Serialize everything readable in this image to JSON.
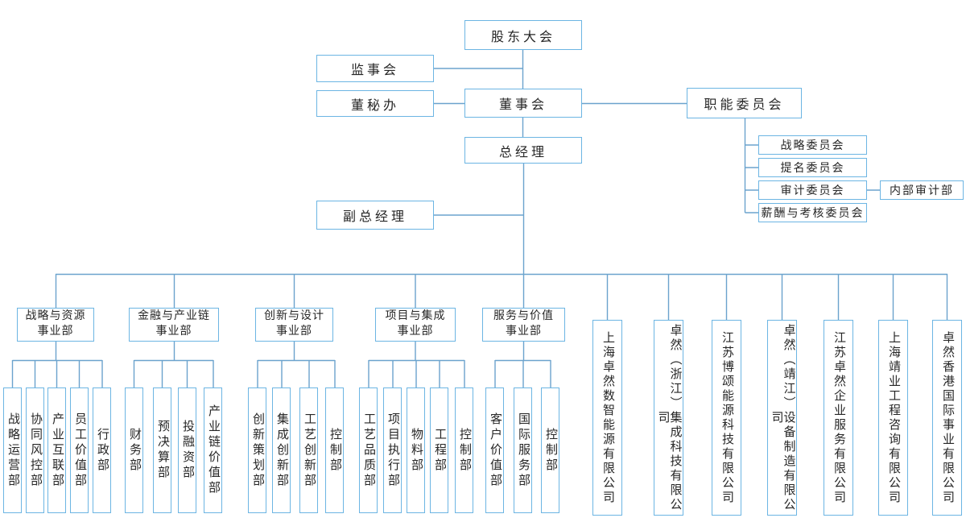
{
  "org_chart": {
    "governance": {
      "shareholders_meeting": "股东大会",
      "supervisory_board": "监事会",
      "board_secretary_office": "董秘办",
      "board_of_directors": "董事会",
      "general_manager": "总经理",
      "deputy_general_manager": "副总经理"
    },
    "functional_committees": {
      "label": "职能委员会",
      "items": [
        "战略委员会",
        "提名委员会",
        "审计委员会",
        "薪酬与考核委员会"
      ],
      "audit_sub_department": "内部审计部"
    },
    "divisions": [
      {
        "label": "战略与资源\n事业部",
        "departments": [
          "战略运营部",
          "协同风控部",
          "产业互联部",
          "员工价值部",
          "行政部"
        ]
      },
      {
        "label": "金融与产业链\n事业部",
        "departments": [
          "财务部",
          "预决算部",
          "投融资部",
          "产业链价值部"
        ]
      },
      {
        "label": "创新与设计\n事业部",
        "departments": [
          "创新策划部",
          "集成创新部",
          "工艺创新部",
          "控制部"
        ]
      },
      {
        "label": "项目与集成\n事业部",
        "departments": [
          "工艺品质部",
          "项目执行部",
          "物料部",
          "工程部",
          "控制部"
        ]
      },
      {
        "label": "服务与价值\n事业部",
        "departments": [
          "客户价值部",
          "国际服务部",
          "控制部"
        ]
      }
    ],
    "subsidiaries": [
      "上海卓然数智能源有限公司",
      "卓然（浙江）集成科技有限公司",
      "江苏博颂能源科技有限公司",
      "卓然（靖江）设备制造有限公司",
      "江苏卓然企业服务有限公司",
      "上海靖业工程咨询有限公司",
      "卓然香港国际事业有限公司"
    ],
    "colors": {
      "box_border": "#6cb5e3",
      "connector_line": "#6ba3cd",
      "text": "#262626",
      "background": "#ffffff"
    }
  }
}
